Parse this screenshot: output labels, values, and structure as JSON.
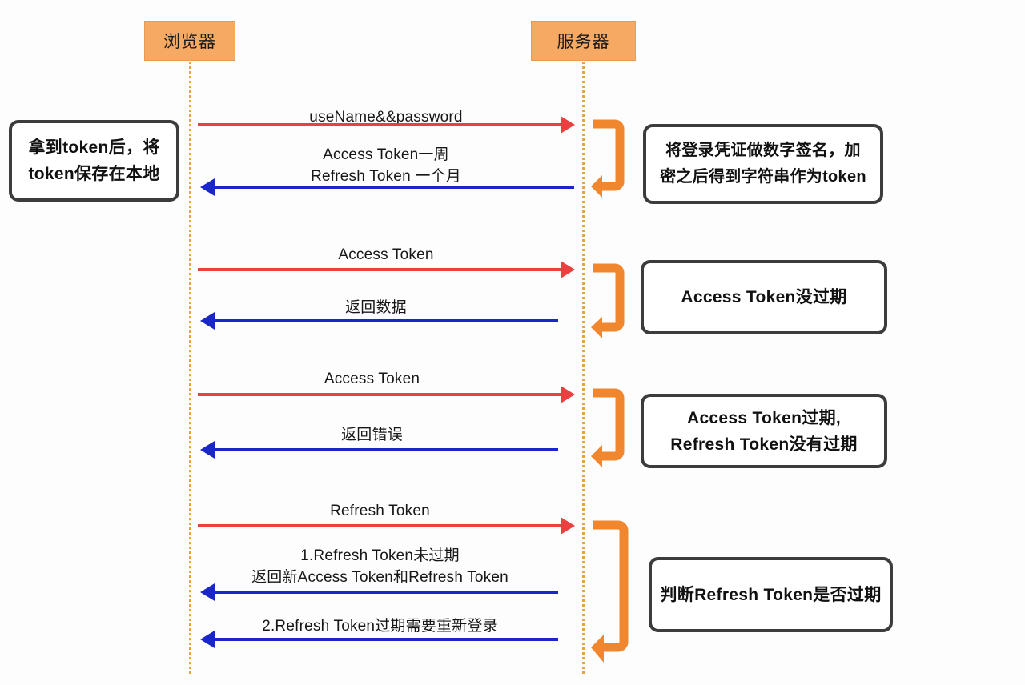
{
  "diagram": {
    "title": "Token authentication sequence diagram",
    "colors": {
      "participant_fill": "#f5a962",
      "lifeline": "#e8a33d",
      "request_arrow": "#e8413f",
      "response_arrow": "#1a26c9",
      "self_call": "#f0872e",
      "note_border": "#3c3c3c",
      "background": "#fdfdfd"
    }
  },
  "participants": [
    {
      "id": "browser",
      "label": "浏览器"
    },
    {
      "id": "server",
      "label": "服务器"
    }
  ],
  "messages": [
    {
      "id": "m1",
      "label": "useName&&password",
      "direction": "request",
      "from": "browser",
      "to": "server"
    },
    {
      "id": "m2",
      "label": "Access Token一周\nRefresh Token 一个月",
      "direction": "response",
      "from": "server",
      "to": "browser"
    },
    {
      "id": "m3",
      "label": "Access Token",
      "direction": "request",
      "from": "browser",
      "to": "server"
    },
    {
      "id": "m4",
      "label": "返回数据",
      "direction": "response",
      "from": "server",
      "to": "browser"
    },
    {
      "id": "m5",
      "label": "Access Token",
      "direction": "request",
      "from": "browser",
      "to": "server"
    },
    {
      "id": "m6",
      "label": "返回错误",
      "direction": "response",
      "from": "server",
      "to": "browser"
    },
    {
      "id": "m7",
      "label": "Refresh Token",
      "direction": "request",
      "from": "browser",
      "to": "server"
    },
    {
      "id": "m8",
      "label": "1.Refresh Token未过期\n返回新Access Token和Refresh Token",
      "direction": "response",
      "from": "server",
      "to": "browser"
    },
    {
      "id": "m9",
      "label": "2.Refresh Token过期需要重新登录",
      "direction": "response",
      "from": "server",
      "to": "browser"
    }
  ],
  "notes": [
    {
      "id": "n-left",
      "side": "left",
      "text": "拿到token后，将\ntoken保存在本地"
    },
    {
      "id": "n-right-1",
      "side": "right",
      "text": "将登录凭证做数字签名，加\n密之后得到字符串作为token"
    },
    {
      "id": "n-right-2",
      "side": "right",
      "text": "Access Token没过期"
    },
    {
      "id": "n-right-3",
      "side": "right",
      "text": "Access Token过期,\nRefresh Token没有过期"
    },
    {
      "id": "n-right-4",
      "side": "right",
      "text": "判断Refresh Token是否过期"
    }
  ]
}
